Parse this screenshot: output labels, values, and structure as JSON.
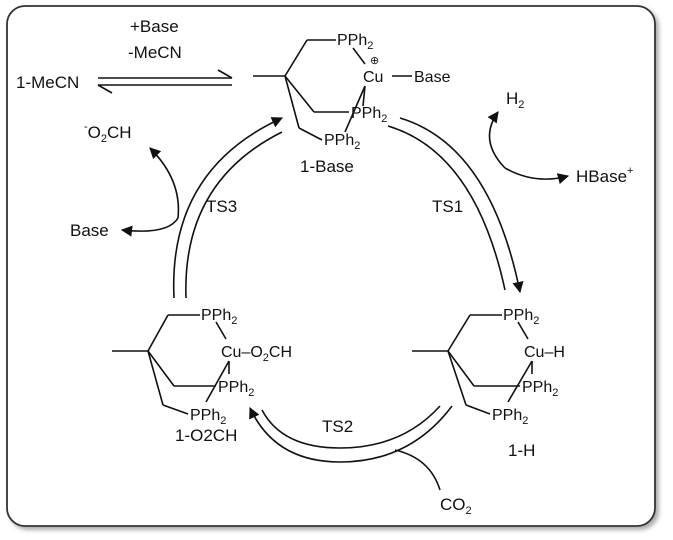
{
  "equilibrium": {
    "top_label": "+Base",
    "bottom_label": "-MeCN",
    "left_species": "1-MeCN"
  },
  "complexes": {
    "base": {
      "name": "1-Base",
      "p_top": "PPh",
      "p_top_sub": "2",
      "cu": "Cu",
      "charge": "⊕",
      "ligand": "Base",
      "p_mid": "PPh",
      "p_mid_sub": "2",
      "p_bot": "PPh",
      "p_bot_sub": "2"
    },
    "hydride": {
      "name": "1-H",
      "p_top": "PPh",
      "p_top_sub": "2",
      "cu_ligand": "Cu–H",
      "p_mid": "PPh",
      "p_mid_sub": "2",
      "p_bot": "PPh",
      "p_bot_sub": "2"
    },
    "formate": {
      "name": "1-O2CH",
      "p_top": "PPh",
      "p_top_sub": "2",
      "cu_ligand_a": "Cu–O",
      "cu_ligand_sub": "2",
      "cu_ligand_b": "CH",
      "p_mid": "PPh",
      "p_mid_sub": "2",
      "p_bot": "PPh",
      "p_bot_sub": "2"
    }
  },
  "transition_states": {
    "ts1": "TS1",
    "ts2": "TS2",
    "ts3": "TS3"
  },
  "species": {
    "h2": "H",
    "h2_sub": "2",
    "hbase": "HBase",
    "hbase_sup": "+",
    "co2": "CO",
    "co2_sub": "2",
    "formate_anion_sup": "-",
    "formate_anion_a": "O",
    "formate_anion_sub": "2",
    "formate_anion_b": "CH",
    "base_released": "Base"
  }
}
